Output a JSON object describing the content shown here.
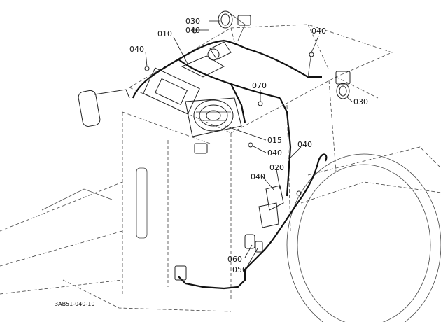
{
  "callouts": {
    "c010": "010",
    "c015": "015",
    "c020": "020",
    "c030_top": "030",
    "c030_right": "030",
    "c040_topcenter": "040",
    "c040_left": "040",
    "c040_topright": "040",
    "c040_mid": "040",
    "c040_right": "040",
    "c040_lower": "040",
    "c050": "050",
    "c060": "060",
    "c070": "070"
  },
  "figure_ref": "3AB51-040-10"
}
